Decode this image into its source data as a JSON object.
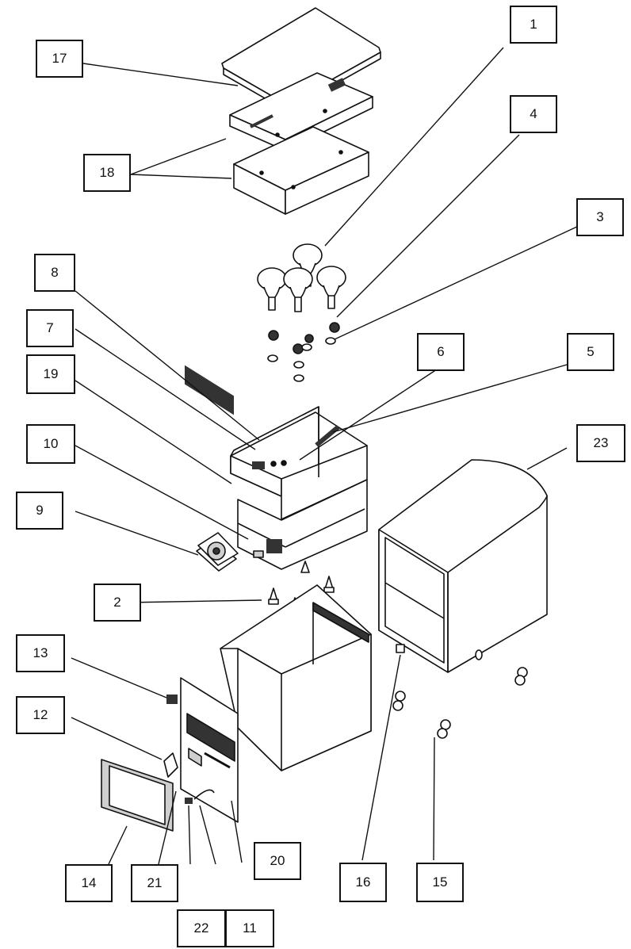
{
  "diagram": {
    "type": "exploded-parts-view",
    "colors": {
      "line": "#111111",
      "fill": "#ffffff",
      "shade": "#cfcfcf",
      "dark": "#333333"
    }
  },
  "callouts": {
    "c1": "1",
    "c2": "2",
    "c3": "3",
    "c4": "4",
    "c5": "5",
    "c6": "6",
    "c7": "7",
    "c8": "8",
    "c9": "9",
    "c10": "10",
    "c11": "11",
    "c12": "12",
    "c13": "13",
    "c14": "14",
    "c15": "15",
    "c16": "16",
    "c17": "17",
    "c18": "18",
    "c19": "19",
    "c20": "20",
    "c21": "21",
    "c22": "22",
    "c23": "23"
  }
}
